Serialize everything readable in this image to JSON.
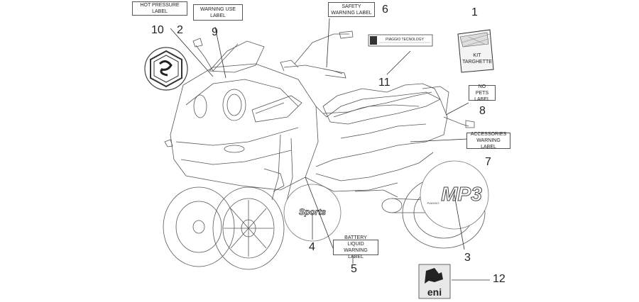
{
  "labels": {
    "hot_pressure": [
      "HOT PRESSURE",
      "LABEL"
    ],
    "warning_use": [
      "WARNING USE",
      "LABEL"
    ],
    "safety_warning": [
      "SAFETY",
      "WARNING LABEL"
    ],
    "no_pets": [
      "NO PETS",
      "LABEL"
    ],
    "accessories_warning": [
      "ACCESSORIES",
      "WARNING LABEL"
    ],
    "battery_liquid": [
      "BATTERY LIQUID",
      "WARNING LABEL"
    ]
  },
  "callouts": {
    "n1": "1",
    "n2": "2",
    "n3": "3",
    "n4": "4",
    "n5": "5",
    "n6": "6",
    "n7": "7",
    "n8": "8",
    "n9": "9",
    "n10": "10",
    "n11": "11",
    "n12": "12"
  },
  "decals": {
    "kit": [
      "KIT",
      "TARGHETTE"
    ],
    "piaggio_tech": "PIAGGIO TECNOLOGY",
    "sports": "Sports",
    "mp3": "MP3",
    "piaggio_small": "PIAGGIO",
    "eni": "eni"
  },
  "colors": {
    "line": "#333333",
    "label_border": "#555555",
    "background": "#ffffff"
  }
}
